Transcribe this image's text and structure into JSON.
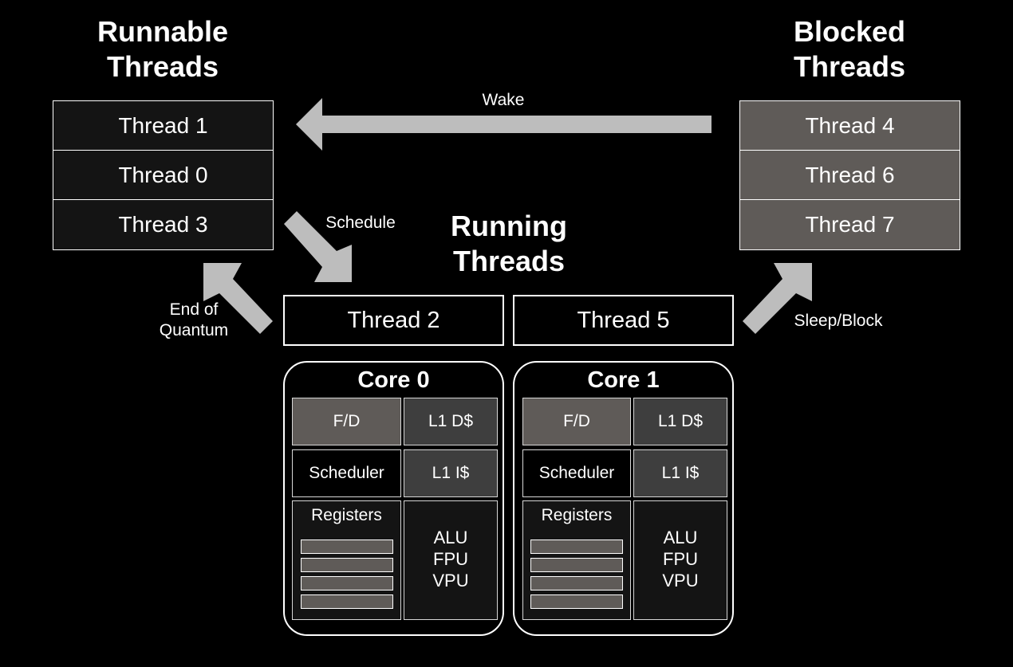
{
  "headings": {
    "runnable": [
      "Runnable",
      "Threads"
    ],
    "blocked": [
      "Blocked",
      "Threads"
    ],
    "running": [
      "Running",
      "Threads"
    ]
  },
  "runnable_threads": [
    "Thread 1",
    "Thread 0",
    "Thread 3"
  ],
  "blocked_threads": [
    "Thread 4",
    "Thread 6",
    "Thread 7"
  ],
  "running_threads": [
    "Thread 2",
    "Thread 5"
  ],
  "arrows": {
    "wake": "Wake",
    "schedule": "Schedule",
    "end_of_quantum": [
      "End of",
      "Quantum"
    ],
    "sleep_block": "Sleep/Block"
  },
  "cores": [
    {
      "title": "Core 0",
      "fd": "F/D",
      "l1d": "L1 D$",
      "scheduler": "Scheduler",
      "l1i": "L1 I$",
      "registers": "Registers",
      "exec_units": [
        "ALU",
        "FPU",
        "VPU"
      ]
    },
    {
      "title": "Core 1",
      "fd": "F/D",
      "l1d": "L1 D$",
      "scheduler": "Scheduler",
      "l1i": "L1 I$",
      "registers": "Registers",
      "exec_units": [
        "ALU",
        "FPU",
        "VPU"
      ]
    }
  ],
  "colors": {
    "background": "#000000",
    "arrow": "#bdbdbd",
    "blocked_fill": "#5f5b58",
    "runnable_fill": "#141414",
    "cache_fill": "#3e3e3e"
  }
}
